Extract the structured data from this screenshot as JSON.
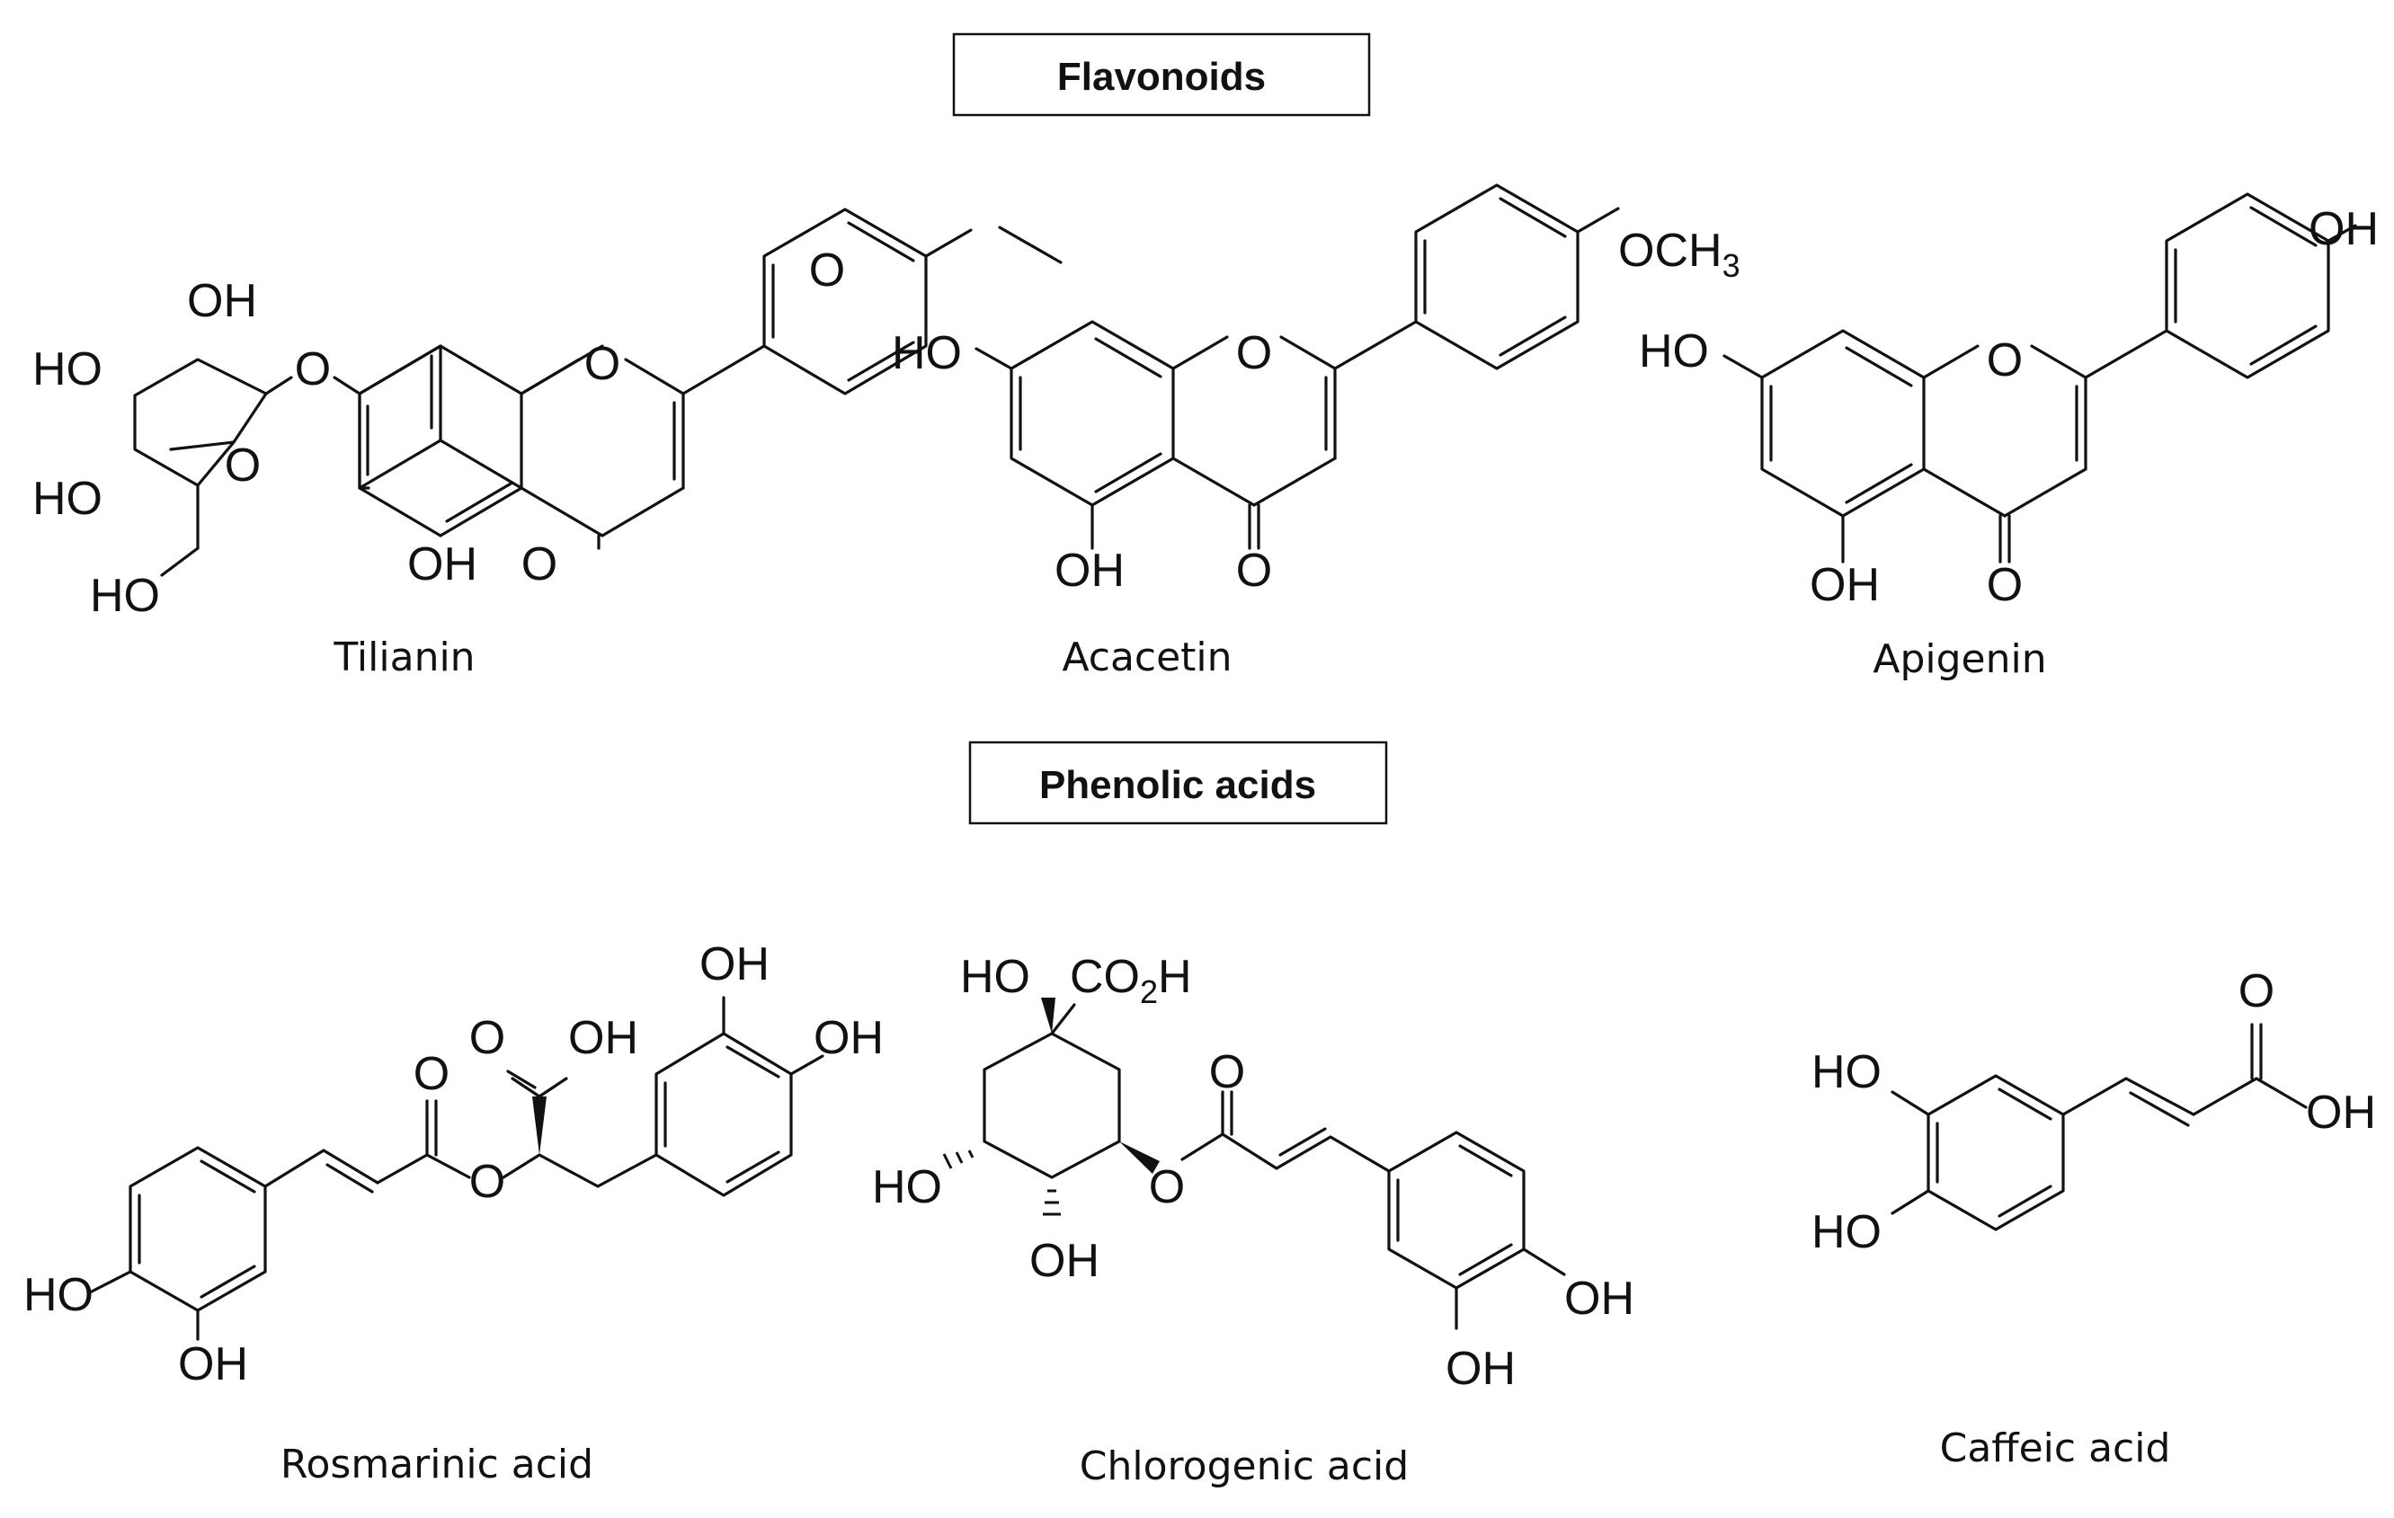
{
  "sections": {
    "flavonoids": "Flavonoids",
    "phenolic_acids": "Phenolic acids"
  },
  "compounds": [
    {
      "name": "Tilianin"
    },
    {
      "name": "Acacetin"
    },
    {
      "name": "Apigenin"
    },
    {
      "name": "Rosmarinic acid"
    },
    {
      "name": "Chlorogenic acid"
    },
    {
      "name": "Caffeic acid"
    }
  ],
  "atom_labels": {
    "oh": "OH",
    "ho": "HO",
    "o": "O",
    "och": "OCH",
    "co": "CO",
    "h": "H",
    "sub3": "3",
    "sub2": "2"
  }
}
